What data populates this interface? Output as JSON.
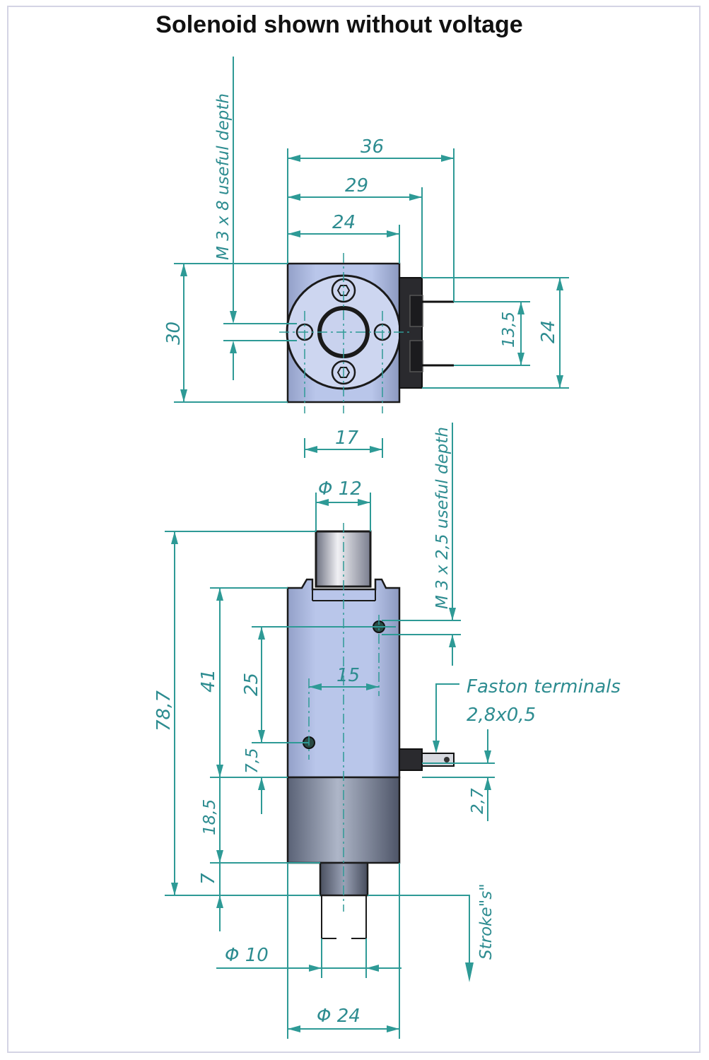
{
  "title": "Solenoid shown without  voltage",
  "colors": {
    "dimension": "#2e9a96",
    "body_fill": "#b4c2e6",
    "frame": "#d4d4e4"
  },
  "top_view": {
    "width_36": "36",
    "width_29": "29",
    "width_24": "24",
    "height_30": "30",
    "pitch_17": "17",
    "terminal_pitch": "13,5",
    "terminal_height": "24",
    "thread_note": "M 3 x 8 useful depth"
  },
  "side_view": {
    "plunger_dia": "Φ 12",
    "total_length": "78,7",
    "body_length": "41",
    "hole_pitch": "25",
    "hole_offset": "7,5",
    "hole_spacing": "15",
    "coil_length": "18,5",
    "stroke_gap": "7",
    "rod_dia": "Φ 10",
    "body_dia": "Φ 24",
    "terminal_offset": "2,7",
    "thread_note": "M 3 x 2,5 useful depth",
    "faston_label": "Faston terminals",
    "faston_size": "2,8x0,5",
    "stroke_label": "Stroke\"s\""
  }
}
